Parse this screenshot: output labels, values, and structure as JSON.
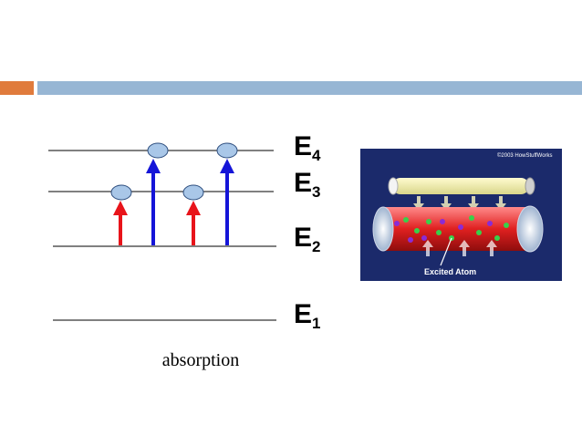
{
  "colors": {
    "accent_orange": "#e07b3c",
    "accent_blue": "#97b6d4",
    "arrow_red": "#e8141a",
    "arrow_blue": "#1515d8",
    "atom_fill": "#a9c7e8",
    "level_line": "#000000",
    "photo_bg": "#1b2a6b"
  },
  "levels": [
    {
      "name": "E",
      "sub": "4"
    },
    {
      "name": "E",
      "sub": "3"
    },
    {
      "name": "E",
      "sub": "2"
    },
    {
      "name": "E",
      "sub": "1"
    }
  ],
  "arrows": [
    {
      "color": "red",
      "from": "E2",
      "to": "E3"
    },
    {
      "color": "blue",
      "from": "E2",
      "to": "E4"
    },
    {
      "color": "red",
      "from": "E2",
      "to": "E3"
    },
    {
      "color": "blue",
      "from": "E2",
      "to": "E4"
    }
  ],
  "caption": "absorption",
  "photo": {
    "copyright": "©2003 HowStuffWorks",
    "label": "Excited Atom"
  }
}
